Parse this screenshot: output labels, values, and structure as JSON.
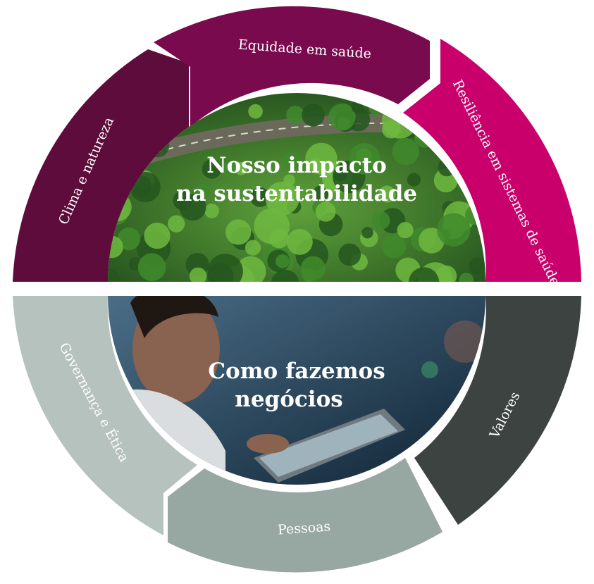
{
  "top_half": {
    "title_line1": "Nosso impacto",
    "title_line2": "na sustentabilidade",
    "segments": [
      {
        "label": "Clima e natureza",
        "color": "#5e0c3c"
      },
      {
        "label": "Equidade em saúde",
        "color": "#7a0a4e"
      },
      {
        "label": "Resiliência em sistemas de saúde",
        "color": "#c9006b"
      }
    ]
  },
  "bottom_half": {
    "title_line1": "Como fazemos",
    "title_line2": "negócios",
    "segments": [
      {
        "label": "Governança e Ética",
        "color": "#b6c2bd"
      },
      {
        "label": "Pessoas",
        "color": "#97a7a1"
      },
      {
        "label": "Valores",
        "color": "#3c4341"
      }
    ]
  },
  "colors": {
    "forest_dark": "#1f4a1c",
    "forest_light": "#5fa23a",
    "scene_dark": "#0f2233",
    "scene_light": "#4b6f88"
  }
}
